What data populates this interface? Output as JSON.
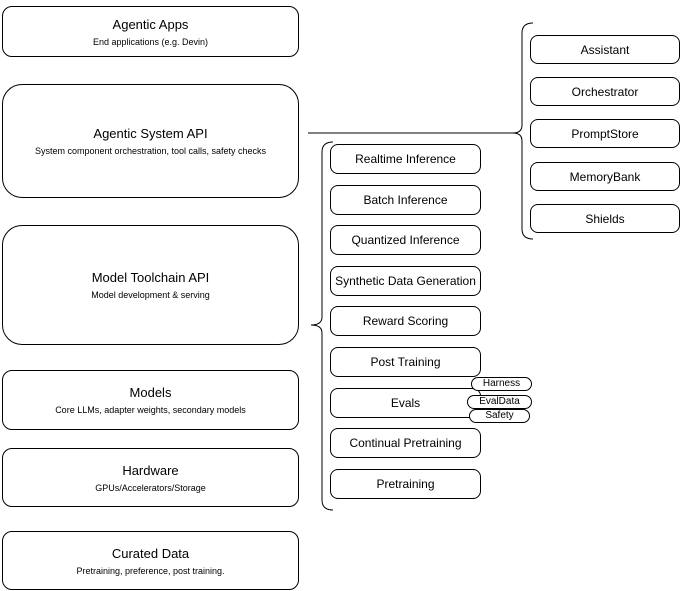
{
  "colors": {
    "stroke": "#000000",
    "fill": "#ffffff",
    "background": "#ffffff"
  },
  "diagram": {
    "left_stack": [
      {
        "title": "Agentic Apps",
        "subtitle": "End applications (e.g. Devin)"
      },
      {
        "title": "Agentic System API",
        "subtitle": "System component orchestration, tool calls, safety checks"
      },
      {
        "title": "Model Toolchain API",
        "subtitle": "Model development & serving"
      },
      {
        "title": "Models",
        "subtitle": "Core LLMs, adapter weights, secondary models"
      },
      {
        "title": "Hardware",
        "subtitle": "GPUs/Accelerators/Storage"
      },
      {
        "title": "Curated Data",
        "subtitle": "Pretraining, preference, post training."
      }
    ],
    "toolchain_items": [
      "Realtime Inference",
      "Batch Inference",
      "Quantized Inference",
      "Synthetic Data Generation",
      "Reward Scoring",
      "Post Training",
      "Evals",
      "Continual Pretraining",
      "Pretraining"
    ],
    "eval_tags": [
      "Harness",
      "EvalData",
      "Safety"
    ],
    "system_components": [
      "Assistant",
      "Orchestrator",
      "PromptStore",
      "MemoryBank",
      "Shields"
    ]
  }
}
